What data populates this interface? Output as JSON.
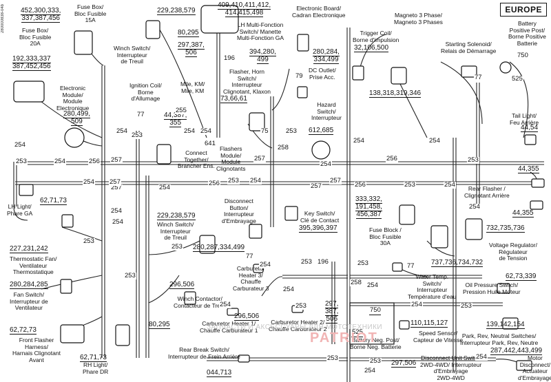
{
  "doc_id": "280000838-04b",
  "region": "EUROPE",
  "watermark": "ЗАПЧАСТИ И АКСЕССУАРЫ ДЛЯ МОТОТЕХНИКИ",
  "watermark2": "PATRIOT",
  "components": [
    {
      "id": "fuse15",
      "label": "Fuse Box/\nBloc Fusible\n15A"
    },
    {
      "id": "fuse15ref",
      "ref": "452,300,333,\n337,387,456"
    },
    {
      "id": "fuse20",
      "label": "Fuse Box/\nBloc Fusible\n20A"
    },
    {
      "id": "fuse20ref",
      "ref": "192,333,337\n387,452,456"
    },
    {
      "id": "ecm",
      "label": "Electronic\nModule/\nModule\nElectronique"
    },
    {
      "id": "ecmref",
      "ref": "280,499,\n509"
    },
    {
      "id": "winch1",
      "label": "Winch Switch/\nInterrupteur\nde Treuil"
    },
    {
      "id": "winch1ref",
      "ref": "229,238,579"
    },
    {
      "id": "ref80",
      "ref": "80,295"
    },
    {
      "id": "ref297",
      "ref": "297,387,\n506"
    },
    {
      "id": "ebref",
      "ref": "409,410,411,412,\n414,415,498"
    },
    {
      "id": "eb",
      "label": "Electronic Board/\nCadran Electronique"
    },
    {
      "id": "lhmf",
      "label": "LH Multi-Fonction\nSwitch/ Manette\nMulti-Fonction GA"
    },
    {
      "id": "mile",
      "label": "Mile, KM/\nMile, KM"
    },
    {
      "id": "ref394",
      "ref": "394,280,\n499"
    },
    {
      "id": "ref280b",
      "ref": "280,284,\n334,499"
    },
    {
      "id": "trig",
      "label": "Trigger Coil/\nBorne d'impulsion"
    },
    {
      "id": "trigref",
      "ref": "32,106,500"
    },
    {
      "id": "mag",
      "label": "Magneto 3 Phase/\nMagneto 3 Phases"
    },
    {
      "id": "magref",
      "ref": "138,318,319,346"
    },
    {
      "id": "start",
      "label": "Starting Solenoid/\nRelais de Démarrage"
    },
    {
      "id": "batpos",
      "label": "Battery\nPositive Post/\nBorne Positive\nBatterie"
    },
    {
      "id": "flasher",
      "label": "Flasher, Horn\nSwitch/\nInterrupteur\nClignotant, Klaxon"
    },
    {
      "id": "flasherref",
      "ref": "73,66,61"
    },
    {
      "id": "dcout",
      "label": "DC Outlet/\nPrise Acc."
    },
    {
      "id": "ign",
      "label": "Ignition Coil/\nBorne\nd'Allumage"
    },
    {
      "id": "ref44",
      "ref": "44,387,\n355"
    },
    {
      "id": "connect",
      "label": "Connect\nTogether/\nBrancher Ens."
    },
    {
      "id": "flmod",
      "label": "Flashers\nModule/\nModule\nClignotants"
    },
    {
      "id": "hazard",
      "label": "Hazard\nSwitch/\nInterrupteur"
    },
    {
      "id": "hazardref",
      "ref": "612,685"
    },
    {
      "id": "tail",
      "label": "Tail Light/\nFeu Arrière"
    },
    {
      "id": "tailref",
      "ref": "44,54"
    },
    {
      "id": "ref44355a",
      "ref": "44,355"
    },
    {
      "id": "rearfl",
      "label": "Rear Flasher /\nClignotant Arrière"
    },
    {
      "id": "ref44355b",
      "ref": "44,355"
    },
    {
      "id": "lhlight",
      "label": "LH Light/\nPhare GA"
    },
    {
      "id": "lhref",
      "ref": "62,71,73"
    },
    {
      "id": "winch2ref",
      "ref": "229,238,579"
    },
    {
      "id": "winch2",
      "label": "Winch Switch/\nInterrupteur\nde Treuil"
    },
    {
      "id": "disc",
      "label": "Disconnect\nButton/\nInterrupteur\nd'Embrayage"
    },
    {
      "id": "key",
      "label": "Key Switch/\nClé de Contact"
    },
    {
      "id": "keyref",
      "ref": "395,396,397"
    },
    {
      "id": "ref333",
      "ref": "333,332,\n191,458,\n456,387"
    },
    {
      "id": "fuse30",
      "label": "Fuse Block /\nBloc Fusible\n30A"
    },
    {
      "id": "ref732",
      "ref": "732,735,736"
    },
    {
      "id": "thermo",
      "label": "Thermostatic Fan/\nVentilateur\nThermostatique"
    },
    {
      "id": "thermoref",
      "ref": "227,231,242"
    },
    {
      "id": "ref280c",
      "ref": "280,287,334,499"
    },
    {
      "id": "volt",
      "label": "Voltage Regulator/\nRégulateur\nde Tension"
    },
    {
      "id": "voltref",
      "ref": "737,736,734,732"
    },
    {
      "id": "fan",
      "label": "Fan Switch/\nInterrupteur de\nVentilateur"
    },
    {
      "id": "fanref",
      "ref": "280,284,285"
    },
    {
      "id": "carb3",
      "label": "Carburetor\nHeater 3/\nChauffe\nCarburateur 3"
    },
    {
      "id": "water",
      "label": "Water Temp.\nSwitch/\nInterrupteur\nTempérature d'eau"
    },
    {
      "id": "oil",
      "label": "Oil Pressure Switch/\nPression Huile Moteur"
    },
    {
      "id": "oilref",
      "ref": "62,73,339"
    },
    {
      "id": "wcont",
      "label": "Winch Contactor/\nContacteur de Treuil"
    },
    {
      "id": "wcontref",
      "ref": "296,506"
    },
    {
      "id": "carb1",
      "label": "Carburetor Heater 1/\nChauffe Carburateur 1"
    },
    {
      "id": "carb2",
      "label": "Carburetor Heater 2/\nChauffe Carburateur 2"
    },
    {
      "id": "ref296b",
      "ref": "296,506"
    },
    {
      "id": "ref297b",
      "ref": "297,\n387,\n506"
    },
    {
      "id": "ref80b",
      "ref": "80,295"
    },
    {
      "id": "ref750b",
      "ref": "750"
    },
    {
      "id": "ref110",
      "ref": "110,115,127"
    },
    {
      "id": "ref139",
      "ref": "139,142,154"
    },
    {
      "id": "speed",
      "label": "Speed Sensor/\nCapteur de Vitesse"
    },
    {
      "id": "prn",
      "label": "Park, Rev, Neutral Switches/\nInterrupteur Park, Rev, Neutre"
    },
    {
      "id": "front",
      "label": "Front Flasher\nHarness/\nHarnais Clignotant\nAvant"
    },
    {
      "id": "frontref",
      "ref": "62,72,73"
    },
    {
      "id": "rhref",
      "ref": "62,71,73"
    },
    {
      "id": "rh",
      "label": "RH Light/\nPhare DR"
    },
    {
      "id": "batneg",
      "label": "Battery Neg. Post/\nBorne Neg. Batterie"
    },
    {
      "id": "ref525b",
      "ref": "525"
    },
    {
      "id": "rearbr",
      "label": "Rear Break Switch/\nInterrupteur de Frein Arrière"
    },
    {
      "id": "rearbrref",
      "ref": "044,713"
    },
    {
      "id": "ref297c",
      "ref": "297,506"
    },
    {
      "id": "disc2",
      "label": "Disconnect Unit Switch\n2WD-4WD/ Interrupteur\nd'Embrayage\n2WD-4WD"
    },
    {
      "id": "motorref",
      "ref": "287,442,443,499"
    },
    {
      "id": "motor",
      "label": "Motor\nDisconnect/\nActuateur\nd'Embrayage"
    }
  ],
  "wire_numbers": [
    "254",
    "253",
    "254",
    "256",
    "257",
    "253",
    "254",
    "254",
    "257",
    "254",
    "254",
    "257",
    "253",
    "254",
    "255",
    "254",
    "196",
    "75",
    "79",
    "258",
    "253",
    "641",
    "257",
    "254",
    "253",
    "257",
    "256",
    "254",
    "256",
    "254",
    "77",
    "77",
    "750",
    "525",
    "253",
    "257",
    "254",
    "254",
    "253",
    "256",
    "254",
    "253",
    "254",
    "253",
    "254",
    "77",
    "253",
    "196",
    "253",
    "254",
    "77",
    "258",
    "254",
    "253",
    "254",
    "253",
    "254",
    "750",
    "525",
    "254",
    "253",
    "254",
    "253"
  ]
}
